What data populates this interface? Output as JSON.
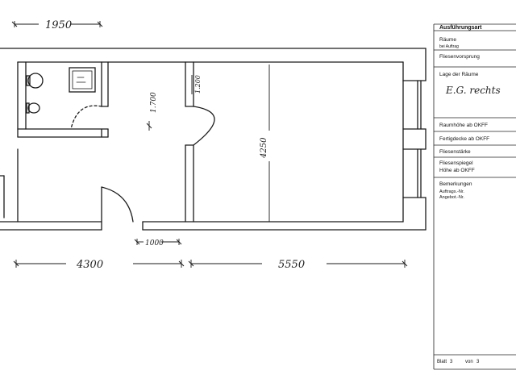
{
  "plan": {
    "dim_top": "1950",
    "dim_door_left": "1.700",
    "dim_door_right": "1.200",
    "dim_room_height": "4250",
    "dim_door_bottom": "1000",
    "dim_bottom_left": "4300",
    "dim_bottom_right": "5550"
  },
  "form": {
    "header": "Ausführungsart",
    "rooms_label": "Räume",
    "rooms_sub": "bei Auftrag",
    "tile_projection": "Fliesenvorsprung",
    "room_location_label": "Lage der Räume",
    "room_location_value": "E.G. rechts",
    "room_height": "Raumhöhe ab OKFF",
    "ceiling": "Fertigdecke ab OKFF",
    "tile_thickness": "Fliesenstärke",
    "tile_mirror_1": "Fliesenspiegel",
    "tile_mirror_2": "Höhe ab OKFF",
    "remarks": "Bemerkungen",
    "order_no": "Auftrags.-Nr.",
    "offer_no": "Angebot.-Nr.",
    "sheet_label": "Blatt",
    "sheet_no": "3",
    "of_label": "von",
    "of_no": "3"
  }
}
